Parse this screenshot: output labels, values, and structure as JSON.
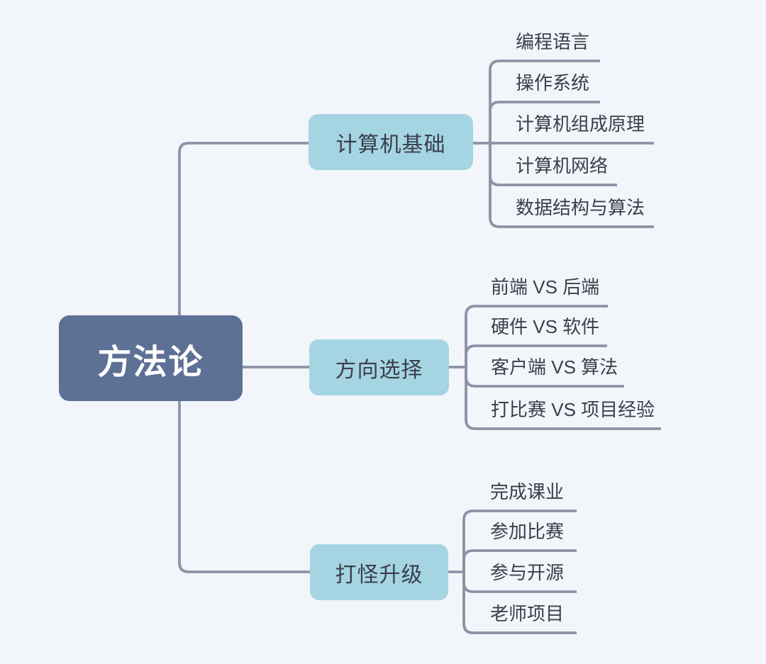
{
  "root": {
    "label": "方法论"
  },
  "branches": [
    {
      "label": "计算机基础",
      "children": [
        "编程语言",
        "操作系统",
        "计算机组成原理",
        "计算机网络",
        "数据结构与算法"
      ]
    },
    {
      "label": "方向选择",
      "children": [
        "前端 VS 后端",
        "硬件 VS 软件",
        "客户端 VS 算法",
        "打比赛 VS 项目经验"
      ]
    },
    {
      "label": "打怪升级",
      "children": [
        "完成课业",
        "参加比赛",
        "参与开源",
        "老师项目"
      ]
    }
  ],
  "colors": {
    "background": "#f2f5fa",
    "root_fill": "#5d7095",
    "root_text": "#ffffff",
    "branch_fill": "#a5d4e2",
    "branch_text": "#3a3f4b",
    "leaf_text": "#3a3f4b",
    "connector_line": "#8b93a6"
  }
}
